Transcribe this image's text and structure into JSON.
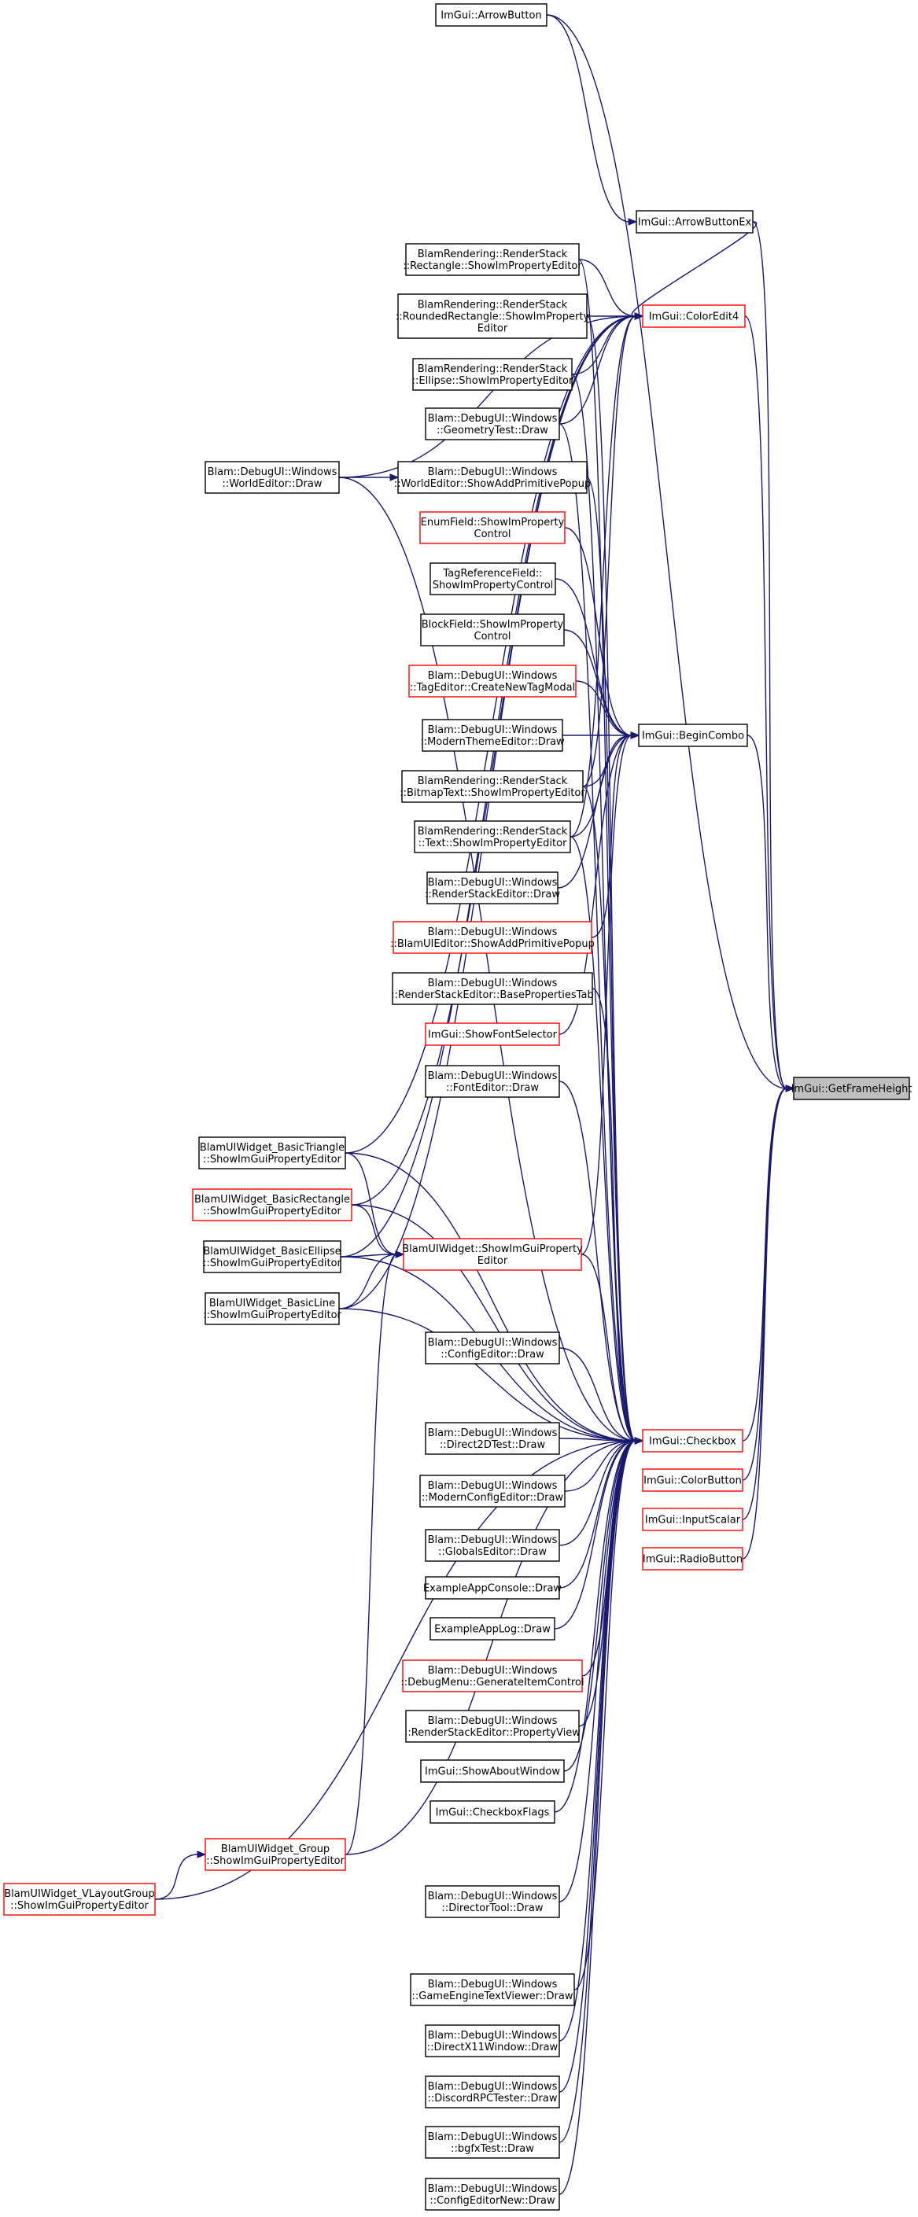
{
  "colors": {
    "edge": "#191970",
    "border_normal": "#000000",
    "border_truncated": "#ff0000",
    "focus_fill": "#bfbfbf",
    "node_fill": "#ffffff"
  },
  "nodes": {
    "get_frame_height": {
      "lines": [
        "ImGui::GetFrameHeight"
      ],
      "style": "focus"
    },
    "arrow_button": {
      "lines": [
        "ImGui::ArrowButton"
      ],
      "style": "normal"
    },
    "arrow_button_ex": {
      "lines": [
        "ImGui::ArrowButtonEx"
      ],
      "style": "normal"
    },
    "color_edit4": {
      "lines": [
        "ImGui::ColorEdit4"
      ],
      "style": "truncated"
    },
    "begin_combo": {
      "lines": [
        "ImGui::BeginCombo"
      ],
      "style": "normal"
    },
    "checkbox": {
      "lines": [
        "ImGui::Checkbox"
      ],
      "style": "truncated"
    },
    "color_button": {
      "lines": [
        "ImGui::ColorButton"
      ],
      "style": "truncated"
    },
    "input_scalar": {
      "lines": [
        "ImGui::InputScalar"
      ],
      "style": "truncated"
    },
    "radio_button": {
      "lines": [
        "ImGui::RadioButton"
      ],
      "style": "truncated"
    },
    "rs_rectangle": {
      "lines": [
        "BlamRendering::RenderStack",
        "::Rectangle::ShowImPropertyEditor"
      ],
      "style": "normal"
    },
    "rs_rounded_rectangle": {
      "lines": [
        "BlamRendering::RenderStack",
        "::RoundedRectangle::ShowImProperty",
        "Editor"
      ],
      "style": "normal"
    },
    "rs_ellipse": {
      "lines": [
        "BlamRendering::RenderStack",
        "::Ellipse::ShowImPropertyEditor"
      ],
      "style": "normal"
    },
    "geometry_test": {
      "lines": [
        "Blam::DebugUI::Windows",
        "::GeometryTest::Draw"
      ],
      "style": "normal"
    },
    "world_editor_draw": {
      "lines": [
        "Blam::DebugUI::Windows",
        "::WorldEditor::Draw"
      ],
      "style": "normal"
    },
    "world_editor_add_primitive": {
      "lines": [
        "Blam::DebugUI::Windows",
        "::WorldEditor::ShowAddPrimitivePopup"
      ],
      "style": "normal"
    },
    "enum_field": {
      "lines": [
        "EnumField::ShowImProperty",
        "Control"
      ],
      "style": "truncated"
    },
    "tag_reference_field": {
      "lines": [
        "TagReferenceField::",
        "ShowImPropertyControl"
      ],
      "style": "normal"
    },
    "block_field": {
      "lines": [
        "BlockField::ShowImProperty",
        "Control"
      ],
      "style": "normal"
    },
    "tag_editor_new_tag_modal": {
      "lines": [
        "Blam::DebugUI::Windows",
        "::TagEditor::CreateNewTagModal"
      ],
      "style": "truncated"
    },
    "modern_theme_editor": {
      "lines": [
        "Blam::DebugUI::Windows",
        "::ModernThemeEditor::Draw"
      ],
      "style": "normal"
    },
    "rs_bitmap_text": {
      "lines": [
        "BlamRendering::RenderStack",
        "::BitmapText::ShowImPropertyEditor"
      ],
      "style": "normal"
    },
    "rs_text": {
      "lines": [
        "BlamRendering::RenderStack",
        "::Text::ShowImPropertyEditor"
      ],
      "style": "normal"
    },
    "render_stack_editor_draw": {
      "lines": [
        "Blam::DebugUI::Windows",
        "::RenderStackEditor::Draw"
      ],
      "style": "normal"
    },
    "blam_ui_editor_add_primitive": {
      "lines": [
        "Blam::DebugUI::Windows",
        "::BlamUIEditor::ShowAddPrimitivePopup"
      ],
      "style": "truncated"
    },
    "render_stack_base_properties": {
      "lines": [
        "Blam::DebugUI::Windows",
        "::RenderStackEditor::BasePropertiesTab"
      ],
      "style": "normal"
    },
    "show_font_selector": {
      "lines": [
        "ImGui::ShowFontSelector"
      ],
      "style": "truncated"
    },
    "font_editor": {
      "lines": [
        "Blam::DebugUI::Windows",
        "::FontEditor::Draw"
      ],
      "style": "normal"
    },
    "widget_basic_triangle": {
      "lines": [
        "BlamUIWidget_BasicTriangle",
        "::ShowImGuiPropertyEditor"
      ],
      "style": "normal"
    },
    "widget_basic_rectangle": {
      "lines": [
        "BlamUIWidget_BasicRectangle",
        "::ShowImGuiPropertyEditor"
      ],
      "style": "truncated"
    },
    "widget_basic_ellipse": {
      "lines": [
        "BlamUIWidget_BasicEllipse",
        "::ShowImGuiPropertyEditor"
      ],
      "style": "normal"
    },
    "widget_basic_line": {
      "lines": [
        "BlamUIWidget_BasicLine",
        "::ShowImGuiPropertyEditor"
      ],
      "style": "normal"
    },
    "widget_show_property_editor": {
      "lines": [
        "BlamUIWidget::ShowImGuiProperty",
        "Editor"
      ],
      "style": "truncated"
    },
    "config_editor": {
      "lines": [
        "Blam::DebugUI::Windows",
        "::ConfigEditor::Draw"
      ],
      "style": "normal"
    },
    "direct2d_test": {
      "lines": [
        "Blam::DebugUI::Windows",
        "::Direct2DTest::Draw"
      ],
      "style": "normal"
    },
    "modern_config_editor": {
      "lines": [
        "Blam::DebugUI::Windows",
        "::ModernConfigEditor::Draw"
      ],
      "style": "normal"
    },
    "globals_editor": {
      "lines": [
        "Blam::DebugUI::Windows",
        "::GlobalsEditor::Draw"
      ],
      "style": "normal"
    },
    "example_app_console": {
      "lines": [
        "ExampleAppConsole::Draw"
      ],
      "style": "normal"
    },
    "example_app_log": {
      "lines": [
        "ExampleAppLog::Draw"
      ],
      "style": "normal"
    },
    "debug_menu_generate": {
      "lines": [
        "Blam::DebugUI::Windows",
        "::DebugMenu::GenerateItemControl"
      ],
      "style": "truncated"
    },
    "render_stack_property_view": {
      "lines": [
        "Blam::DebugUI::Windows",
        "::RenderStackEditor::PropertyView"
      ],
      "style": "normal"
    },
    "show_about_window": {
      "lines": [
        "ImGui::ShowAboutWindow"
      ],
      "style": "normal"
    },
    "checkbox_flags": {
      "lines": [
        "ImGui::CheckboxFlags"
      ],
      "style": "normal"
    },
    "widget_group": {
      "lines": [
        "BlamUIWidget_Group",
        "::ShowImGuiPropertyEditor"
      ],
      "style": "truncated"
    },
    "widget_vlayout_group": {
      "lines": [
        "BlamUIWidget_VLayoutGroup",
        "::ShowImGuiPropertyEditor"
      ],
      "style": "truncated"
    },
    "director_tool": {
      "lines": [
        "Blam::DebugUI::Windows",
        "::DirectorTool::Draw"
      ],
      "style": "normal"
    },
    "game_engine_text_viewer": {
      "lines": [
        "Blam::DebugUI::Windows",
        "::GameEngineTextViewer::Draw"
      ],
      "style": "normal"
    },
    "directx11_window": {
      "lines": [
        "Blam::DebugUI::Windows",
        "::DirectX11Window::Draw"
      ],
      "style": "normal"
    },
    "discord_rpc_tester": {
      "lines": [
        "Blam::DebugUI::Windows",
        "::DiscordRPCTester::Draw"
      ],
      "style": "normal"
    },
    "bgfx_test": {
      "lines": [
        "Blam::DebugUI::Windows",
        "::bgfxTest::Draw"
      ],
      "style": "normal"
    },
    "config_editor_new": {
      "lines": [
        "Blam::DebugUI::Windows",
        "::ConfigEditorNew::Draw"
      ],
      "style": "normal"
    }
  },
  "edges": [
    {
      "from": "arrow_button",
      "to": "arrow_button_ex"
    },
    {
      "from": "arrow_button",
      "to": "get_frame_height"
    },
    {
      "from": "arrow_button_ex",
      "to": "color_edit4"
    },
    {
      "from": "arrow_button_ex",
      "to": "get_frame_height"
    },
    {
      "from": "color_edit4",
      "to": "get_frame_height"
    },
    {
      "from": "begin_combo",
      "to": "get_frame_height"
    },
    {
      "from": "checkbox",
      "to": "get_frame_height"
    },
    {
      "from": "color_button",
      "to": "get_frame_height"
    },
    {
      "from": "input_scalar",
      "to": "get_frame_height"
    },
    {
      "from": "radio_button",
      "to": "get_frame_height"
    },
    {
      "from": "rs_rectangle",
      "to": "color_edit4"
    },
    {
      "from": "rs_rectangle",
      "to": "checkbox"
    },
    {
      "from": "rs_rounded_rectangle",
      "to": "color_edit4"
    },
    {
      "from": "rs_rounded_rectangle",
      "to": "checkbox"
    },
    {
      "from": "rs_ellipse",
      "to": "color_edit4"
    },
    {
      "from": "rs_ellipse",
      "to": "checkbox"
    },
    {
      "from": "geometry_test",
      "to": "color_edit4"
    },
    {
      "from": "geometry_test",
      "to": "checkbox"
    },
    {
      "from": "world_editor_draw",
      "to": "world_editor_add_primitive"
    },
    {
      "from": "world_editor_draw",
      "to": "color_edit4"
    },
    {
      "from": "world_editor_draw",
      "to": "checkbox"
    },
    {
      "from": "world_editor_add_primitive",
      "to": "checkbox"
    },
    {
      "from": "enum_field",
      "to": "begin_combo"
    },
    {
      "from": "tag_reference_field",
      "to": "begin_combo"
    },
    {
      "from": "block_field",
      "to": "begin_combo"
    },
    {
      "from": "tag_editor_new_tag_modal",
      "to": "begin_combo"
    },
    {
      "from": "modern_theme_editor",
      "to": "begin_combo"
    },
    {
      "from": "rs_bitmap_text",
      "to": "begin_combo"
    },
    {
      "from": "rs_bitmap_text",
      "to": "color_edit4"
    },
    {
      "from": "rs_bitmap_text",
      "to": "checkbox"
    },
    {
      "from": "rs_text",
      "to": "begin_combo"
    },
    {
      "from": "rs_text",
      "to": "color_edit4"
    },
    {
      "from": "rs_text",
      "to": "checkbox"
    },
    {
      "from": "render_stack_editor_draw",
      "to": "begin_combo"
    },
    {
      "from": "blam_ui_editor_add_primitive",
      "to": "begin_combo"
    },
    {
      "from": "render_stack_base_properties",
      "to": "checkbox"
    },
    {
      "from": "show_font_selector",
      "to": "begin_combo"
    },
    {
      "from": "font_editor",
      "to": "checkbox"
    },
    {
      "from": "widget_basic_triangle",
      "to": "color_edit4"
    },
    {
      "from": "widget_basic_triangle",
      "to": "widget_show_property_editor"
    },
    {
      "from": "widget_basic_triangle",
      "to": "checkbox"
    },
    {
      "from": "widget_basic_rectangle",
      "to": "color_edit4"
    },
    {
      "from": "widget_basic_rectangle",
      "to": "widget_show_property_editor"
    },
    {
      "from": "widget_basic_rectangle",
      "to": "checkbox"
    },
    {
      "from": "widget_basic_ellipse",
      "to": "color_edit4"
    },
    {
      "from": "widget_basic_ellipse",
      "to": "widget_show_property_editor"
    },
    {
      "from": "widget_basic_ellipse",
      "to": "checkbox"
    },
    {
      "from": "widget_basic_line",
      "to": "color_edit4"
    },
    {
      "from": "widget_basic_line",
      "to": "widget_show_property_editor"
    },
    {
      "from": "widget_basic_line",
      "to": "checkbox"
    },
    {
      "from": "widget_show_property_editor",
      "to": "begin_combo"
    },
    {
      "from": "widget_show_property_editor",
      "to": "checkbox"
    },
    {
      "from": "config_editor",
      "to": "checkbox"
    },
    {
      "from": "direct2d_test",
      "to": "checkbox"
    },
    {
      "from": "modern_config_editor",
      "to": "checkbox"
    },
    {
      "from": "globals_editor",
      "to": "checkbox"
    },
    {
      "from": "example_app_console",
      "to": "checkbox"
    },
    {
      "from": "example_app_log",
      "to": "checkbox"
    },
    {
      "from": "debug_menu_generate",
      "to": "checkbox"
    },
    {
      "from": "render_stack_property_view",
      "to": "checkbox"
    },
    {
      "from": "show_about_window",
      "to": "checkbox"
    },
    {
      "from": "checkbox_flags",
      "to": "checkbox"
    },
    {
      "from": "widget_group",
      "to": "widget_show_property_editor"
    },
    {
      "from": "widget_group",
      "to": "checkbox"
    },
    {
      "from": "widget_vlayout_group",
      "to": "widget_group"
    },
    {
      "from": "widget_vlayout_group",
      "to": "checkbox"
    },
    {
      "from": "director_tool",
      "to": "checkbox"
    },
    {
      "from": "game_engine_text_viewer",
      "to": "checkbox"
    },
    {
      "from": "directx11_window",
      "to": "checkbox"
    },
    {
      "from": "discord_rpc_tester",
      "to": "checkbox"
    },
    {
      "from": "bgfx_test",
      "to": "checkbox"
    },
    {
      "from": "config_editor_new",
      "to": "checkbox"
    }
  ]
}
